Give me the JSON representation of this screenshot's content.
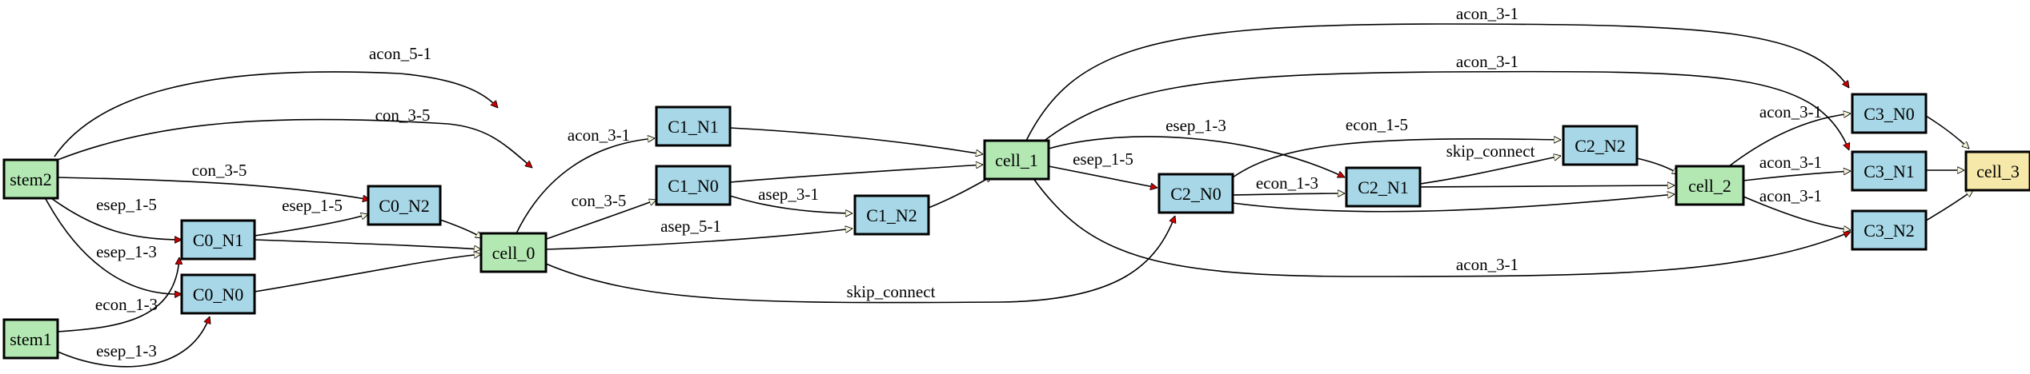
{
  "colors": {
    "input_node": "#b3e8b3",
    "op_node": "#a8d8e8",
    "output_node": "#f5e8a8",
    "red_arrow": "#cc0000",
    "white_arrow": "#f5f5dc"
  },
  "nodes": {
    "stem2": "stem2",
    "stem1": "stem1",
    "c0_n0": "C0_N0",
    "c0_n1": "C0_N1",
    "c0_n2": "C0_N2",
    "cell_0": "cell_0",
    "c1_n0": "C1_N0",
    "c1_n1": "C1_N1",
    "c1_n2": "C1_N2",
    "cell_1": "cell_1",
    "c2_n0": "C2_N0",
    "c2_n1": "C2_N1",
    "c2_n2": "C2_N2",
    "cell_2": "cell_2",
    "c3_n0": "C3_N0",
    "c3_n1": "C3_N1",
    "c3_n2": "C3_N2",
    "cell_3": "cell_3"
  },
  "edges": {
    "stem2_c1n1": "acon_5-1",
    "stem2_c1n0": "con_3-5",
    "stem2_c0n2": "con_3-5",
    "stem2_c0n1": "esep_1-5",
    "stem2_c0n0": "esep_1-3",
    "stem1_c0n1": "econ_1-3",
    "stem1_c0n0": "esep_1-3",
    "c0n1_c0n2": "esep_1-5",
    "cell0_c1n1": "acon_3-1",
    "cell0_c1n0": "con_3-5",
    "cell0_c1n2": "asep_5-1",
    "cell0_c2n0": "skip_connect",
    "c1n0_c1n2": "asep_3-1",
    "cell1_c2n1": "esep_1-3",
    "cell1_c2n0": "esep_1-5",
    "cell1_c3n0": "acon_3-1",
    "cell1_c3n1": "acon_3-1",
    "cell1_c3n2": "acon_3-1",
    "c2n0_c2n2": "econ_1-5",
    "c2n0_c2n1": "econ_1-3",
    "c2n1_c2n2": "skip_connect",
    "cell2_c3n0": "acon_3-1",
    "cell2_c3n1": "acon_3-1",
    "cell2_c3n2": "acon_3-1"
  }
}
